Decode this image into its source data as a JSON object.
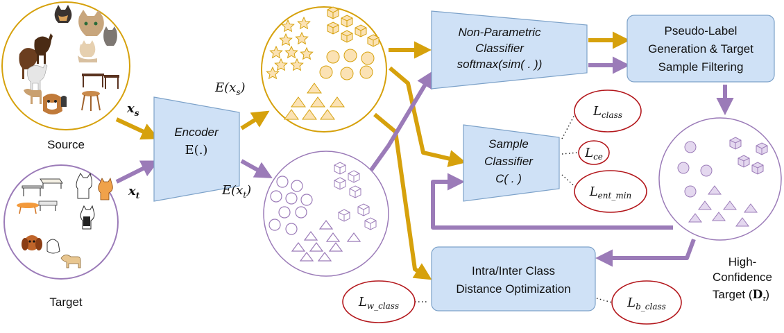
{
  "colors": {
    "gold": "#d6a10c",
    "purple": "#9b7bb8",
    "box_fill": "#cfe1f6",
    "box_stroke": "#7da2c9",
    "shape_fill": "#fbe2b4",
    "shape_fill_purple": "#e4d8ef",
    "loss_stroke": "#b3171c"
  },
  "source": {
    "label": "Source",
    "var": "x",
    "var_sub": "s"
  },
  "target": {
    "label": "Target",
    "var": "x",
    "var_sub": "t"
  },
  "encoder": {
    "title": "Encoder",
    "func": "E(.)"
  },
  "embeddings": {
    "source": "E(x",
    "source_sub": "s",
    "target": "E(x",
    "target_sub": "t",
    "close": ")"
  },
  "npc": {
    "line1": "Non-Parametric",
    "line2": "Classifier",
    "line3": "softmax(sim( . ))"
  },
  "pseudo": {
    "line1": "Pseudo-Label",
    "line2": "Generation & Target",
    "line3": "Sample Filtering"
  },
  "sample_classifier": {
    "line1": "Sample",
    "line2": "Classifier",
    "line3": "C( . )"
  },
  "losses": {
    "class": {
      "main": "L",
      "sub": "class"
    },
    "ce": {
      "main": "L",
      "sub": "ce"
    },
    "ent_min": {
      "main": "L",
      "sub": "ent_min"
    },
    "w_class": {
      "main": "L",
      "sub": "w_class"
    },
    "b_class": {
      "main": "L",
      "sub": "b_class"
    }
  },
  "distance": {
    "line1": "Intra/Inter Class",
    "line2": "Distance Optimization"
  },
  "high_conf": {
    "line1": "High-",
    "line2": "Confidence",
    "line3": "Target (",
    "symbol": "D",
    "symbol_sub": "τ",
    "close": ")"
  },
  "icons": [
    "horse-icon",
    "cat-icon",
    "kitten-icon",
    "table-icon",
    "stool-icon",
    "dog-icon",
    "puppy-icon",
    "sketch-table-icon",
    "sketch-cat-icon",
    "cartoon-dog-icon",
    "star-icon",
    "cube-icon",
    "circle-icon",
    "triangle-icon"
  ]
}
